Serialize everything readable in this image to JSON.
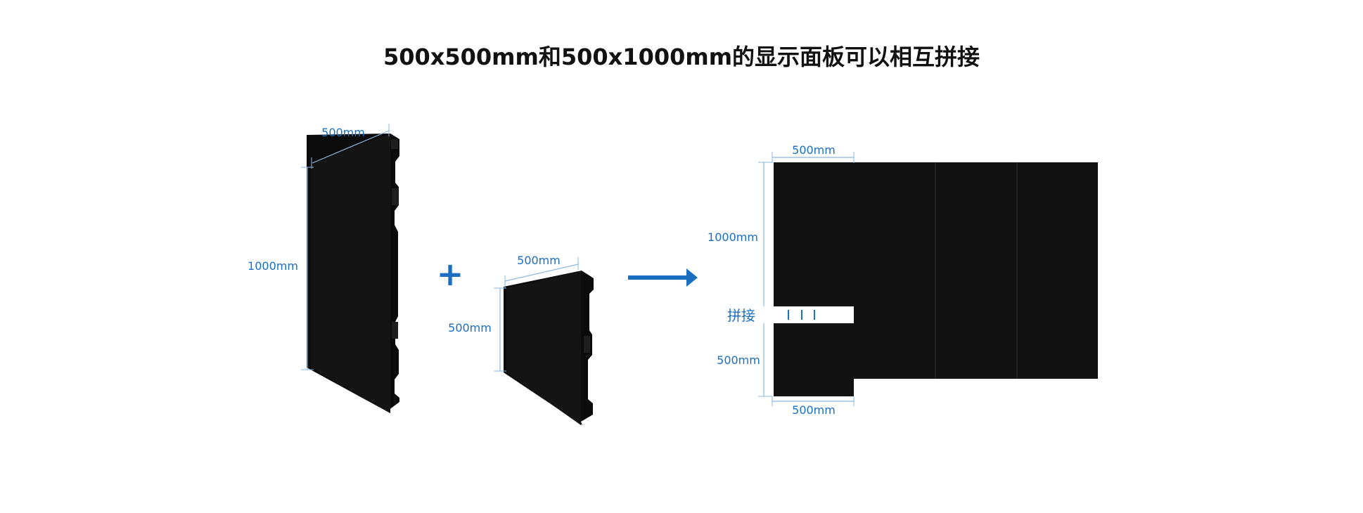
{
  "title": "500x500mm和500x1000mm的显示面板可以相互拼接",
  "colors": {
    "accent": "#1a6fc0",
    "dimension_line": "#8ab8e0",
    "panel": "#131213",
    "panel_seam": "#2b2b2b",
    "background": "#ffffff"
  },
  "tall_panel": {
    "width_label": "500mm",
    "height_label": "1000mm"
  },
  "plus_symbol": "+",
  "small_panel": {
    "width_label": "500mm",
    "height_label": "500mm"
  },
  "arrow_icon": "right-arrow-icon",
  "assembled": {
    "top_width_label": "500mm",
    "left_height_label": "1000mm",
    "join_label": "拼接",
    "lower_height_label": "500mm",
    "bottom_width_label": "500mm"
  }
}
